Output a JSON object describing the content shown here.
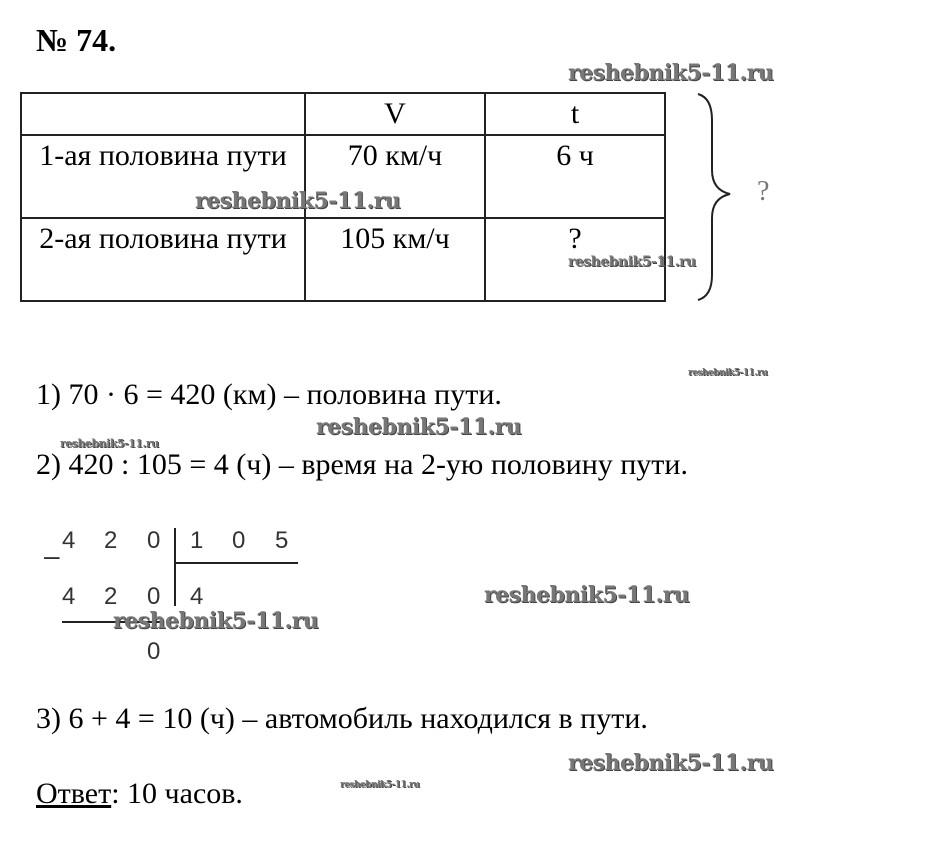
{
  "title": "№ 74.",
  "table": {
    "headers": [
      "",
      "V",
      "t"
    ],
    "rows": [
      {
        "label": "1-ая половина пути",
        "v": "70 км/ч",
        "t": "6 ч"
      },
      {
        "label": "2-ая половина пути",
        "v": "105 км/ч",
        "t": "?"
      }
    ],
    "total_question": "?"
  },
  "steps": [
    "1) 70 · 6 = 420 (км) – половина пути.",
    "2) 420 : 105 = 4 (ч) – время на 2-ую половину пути.",
    "3) 6 + 4 = 10 (ч) – автомобиль находился в пути."
  ],
  "division": {
    "dividend": [
      "4",
      "2",
      "0"
    ],
    "divisor": [
      "1",
      "0",
      "5"
    ],
    "subtrahend": [
      "4",
      "2",
      "0"
    ],
    "quotient": "4",
    "remainder": "0",
    "minus": "–"
  },
  "answer": {
    "label": "Ответ",
    "value": ": 10 часов."
  },
  "watermark": "reshebnik5-11.ru"
}
